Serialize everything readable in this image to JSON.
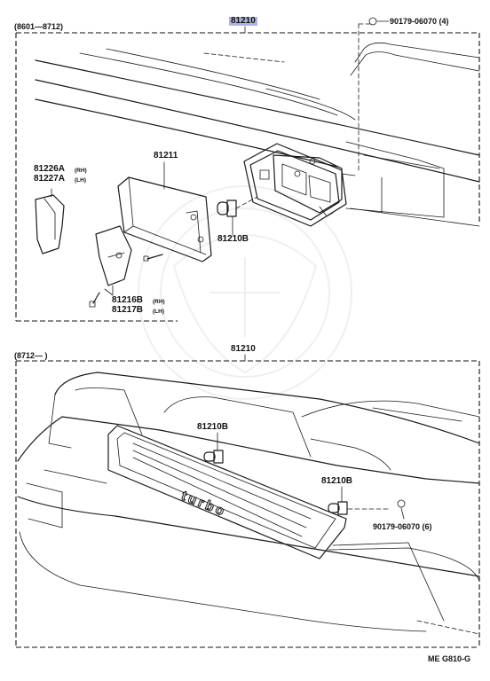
{
  "top_panel": {
    "period": "(8601—8712)",
    "main_part": "81210",
    "clip_part": "90179-06070 (4)",
    "lens_part": "81211",
    "side_cover_rh": "81226A",
    "side_cover_rh_side": "(RH)",
    "side_cover_lh": "81227A",
    "side_cover_lh_side": "(LH)",
    "bulb_part": "81210B",
    "bracket_rh": "81216B",
    "bracket_rh_side": "(RH)",
    "bracket_lh": "81217B",
    "bracket_lh_side": "(LH)"
  },
  "bottom_panel": {
    "period": "(8712—   )",
    "main_part": "81210",
    "bulb_left": "81210B",
    "bulb_right": "81210B",
    "clip_part": "90179-06070 (6)",
    "badge_text": "turbo"
  },
  "footer": {
    "code": "ME  G810-G"
  }
}
